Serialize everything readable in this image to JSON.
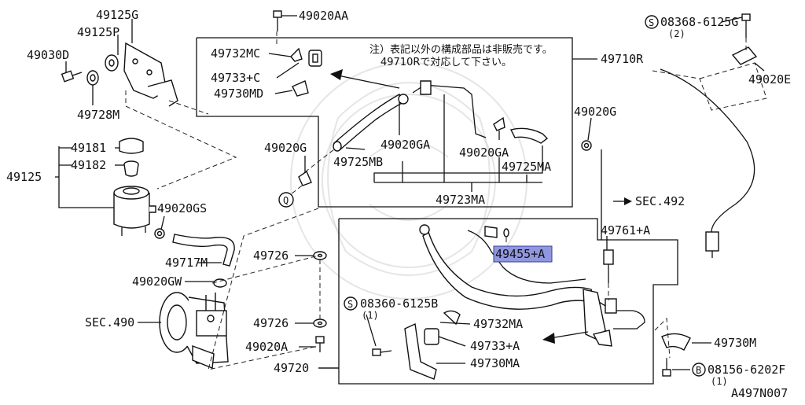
{
  "diagram": {
    "doc_code": "A497N007",
    "note_line1": "注）表記以外の構成部品は非販売です。",
    "note_line2": "49710Rで対応して下さい。",
    "sec_492": "SEC.492",
    "sec_490": "SEC.490",
    "highlight_color": "#8f97df",
    "labels": {
      "p49125G": "49125G",
      "p49125P": "49125P",
      "p49030D": "49030D",
      "p49728M": "49728M",
      "p49181": "49181",
      "p49182": "49182",
      "p49125": "49125",
      "p49020GS": "49020GS",
      "p49717M": "49717M",
      "p49020GW": "49020GW",
      "p49020AA": "49020AA",
      "p49732MC": "49732MC",
      "p49733C": "49733+C",
      "p49730MD": "49730MD",
      "p49710R": "49710R",
      "p49020G_left": "49020G",
      "p49020GA_1": "49020GA",
      "p49725MB": "49725MB",
      "p49020GA_2": "49020GA",
      "p49725MA": "49725MA",
      "p49723MA": "49723MA",
      "p49020G_right": "49020G",
      "p08368": "08368-6125G",
      "p08368_qty": "(2)",
      "p49020E": "49020E",
      "p49726_a": "49726",
      "p49726_b": "49726",
      "p49020A": "49020A",
      "p49720": "49720",
      "p08360": "08360-6125B",
      "p08360_qty": "(1)",
      "p49732MA": "49732MA",
      "p49733A": "49733+A",
      "p49730MA": "49730MA",
      "p49455A": "49455+A",
      "p49761A": "49761+A",
      "p49730M": "49730M",
      "p08156": "08156-6202F",
      "p08156_qty": "(1)",
      "circle_s": "S",
      "circle_b": "B",
      "circle_q": "Q"
    }
  }
}
